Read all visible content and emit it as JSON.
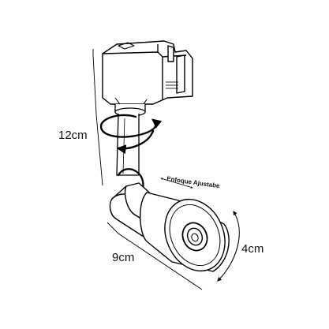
{
  "dimensions": {
    "height_label": "12cm",
    "length_label": "9cm",
    "diameter_label": "4cm",
    "focus_label": "Enfoque Ajustabe"
  },
  "colors": {
    "line": "#000000",
    "background": "#ffffff"
  }
}
